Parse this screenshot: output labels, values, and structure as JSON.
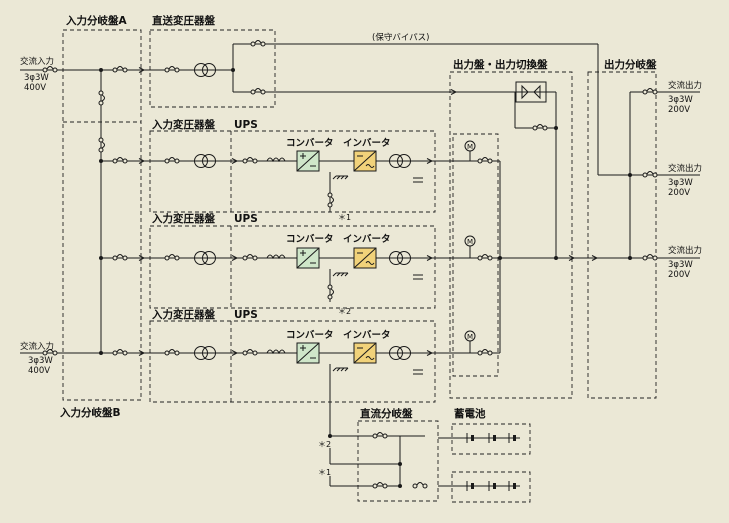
{
  "labels": {
    "input_panel_a": "入力分岐盤A",
    "input_panel_b": "入力分岐盤B",
    "direct_transformer": "直送変圧器盤",
    "bypass": "(保守バイパス)",
    "output_switch_panel": "出力盤・出力切換盤",
    "output_branch_panel": "出力分岐盤",
    "input_transformer": "入力変圧器盤",
    "ups": "UPS",
    "converter": "コンバータ",
    "inverter": "インバータ",
    "dc_branch_panel": "直流分岐盤",
    "battery": "蓄電池",
    "ac_input": "交流入力",
    "ac_output": "交流出力",
    "phase_input": "3φ3W",
    "volt_input": "400V",
    "phase_output": "3φ3W",
    "volt_output": "200V",
    "mark_1": "＊1",
    "mark_2": "＊2",
    "motor": "M"
  },
  "colors": {
    "background": "#ebe8d6",
    "converter_fill": "#cfe6c9",
    "inverter_fill": "#f1d27a"
  }
}
